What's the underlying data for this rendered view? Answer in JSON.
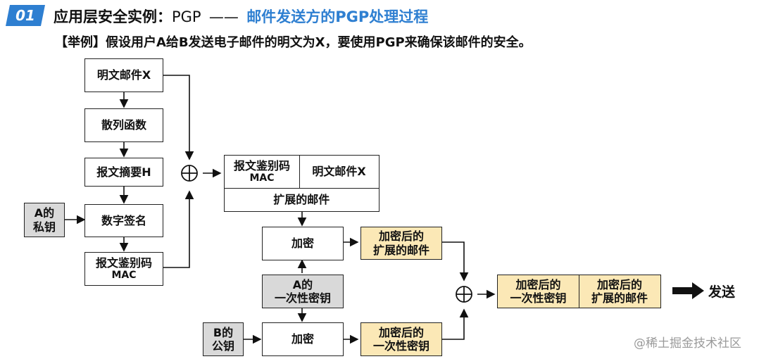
{
  "header": {
    "badge": "01",
    "title": "应用层安全实例：",
    "title_protocol": "PGP",
    "separator": "——",
    "subtitle": "邮件发送方的PGP处理过程",
    "accent_color": "#2e7fd1"
  },
  "example": "【举例】假设用户A给B发送电子邮件的明文为X，要使用PGP来确保该邮件的安全。",
  "boxes": {
    "plaintext": "明文邮件X",
    "hash": "散列函数",
    "digest": "报文摘要H",
    "a_private_key": [
      "A的",
      "私钥"
    ],
    "signature": "数字签名",
    "mac": [
      "报文鉴别码",
      "MAC"
    ],
    "ext_mac": [
      "报文鉴别码",
      "MAC"
    ],
    "ext_plain": "明文邮件X",
    "ext_label": "扩展的邮件",
    "encrypt1": "加密",
    "enc_ext": [
      "加密后的",
      "扩展的邮件"
    ],
    "one_time_key": [
      "A的",
      "一次性密钥"
    ],
    "b_public_key": [
      "B的",
      "公钥"
    ],
    "encrypt2": "加密",
    "enc_key": [
      "加密后的",
      "一次性密钥"
    ],
    "final_key": [
      "加密后的",
      "一次性密钥"
    ],
    "final_mail": [
      "加密后的",
      "扩展的邮件"
    ]
  },
  "xor_symbol": "⊕",
  "send_label": "发送",
  "watermark": "@稀土掘金技术社区"
}
